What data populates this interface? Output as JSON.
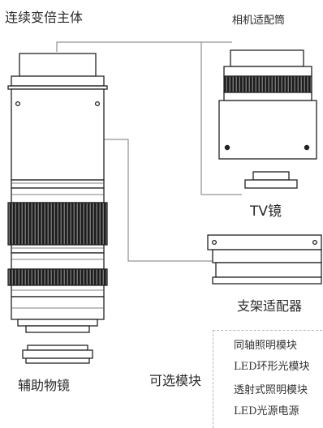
{
  "labels": {
    "main_body": "连续变倍主体",
    "camera_adapter": "相机适配筒",
    "tv_mirror": "TV镜",
    "bracket_adapter": "支架适配器",
    "aux_objective": "辅助物镜",
    "optional_modules": "可选模块"
  },
  "optional_modules": [
    "同轴照明模块",
    "LED环形光模块",
    "透射式照明模块",
    "LED光源电源"
  ],
  "colors": {
    "line": "#222222",
    "knurl": "#1a1a1a",
    "connector": "#777777"
  }
}
